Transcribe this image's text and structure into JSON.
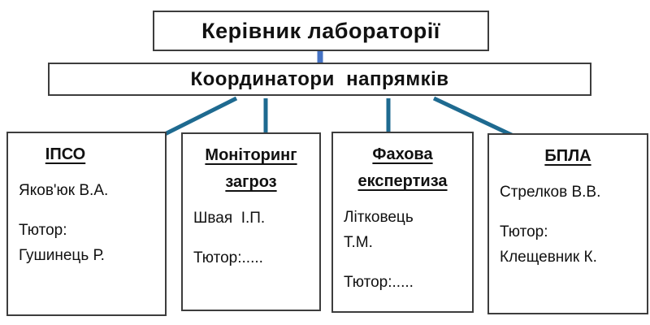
{
  "colors": {
    "connector": "#1e6a90",
    "root_connector": "#4472c4",
    "box_border": "#3d3d3d",
    "text": "#111111",
    "background": "#ffffff"
  },
  "org_chart": {
    "root": {
      "label": "Керівник лабораторії"
    },
    "coordinators": {
      "label": "Координатори  напрямків"
    },
    "departments": [
      {
        "title_lines": [
          "ІПСО"
        ],
        "body_lines": [
          "Яков'юк В.А.",
          "Тютор:",
          "Гушинець Р."
        ]
      },
      {
        "title_lines": [
          "Моніторинг",
          "загроз"
        ],
        "body_lines": [
          "Швая  І.П.",
          "Тютор:....."
        ]
      },
      {
        "title_lines": [
          "Фахова",
          "експертиза"
        ],
        "body_lines": [
          "Літковець",
          "Т.М.",
          "Тютор:....."
        ]
      },
      {
        "title_lines": [
          "БПЛА"
        ],
        "body_lines": [
          "Стрелков В.В.",
          "Тютор:",
          "Клещевник К."
        ]
      }
    ]
  }
}
